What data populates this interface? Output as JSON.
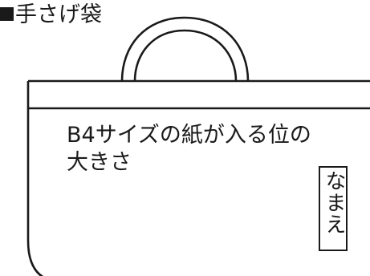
{
  "heading": {
    "label": "手さげ袋"
  },
  "bag": {
    "line1": "B4サイズの紙が入る位の",
    "line2": "大きさ"
  },
  "name_box": {
    "label": "なまえ"
  },
  "colors": {
    "ink": "#1a1a1a",
    "background": "#ffffff"
  },
  "icons": {
    "heading_marker": "black-square-icon"
  }
}
